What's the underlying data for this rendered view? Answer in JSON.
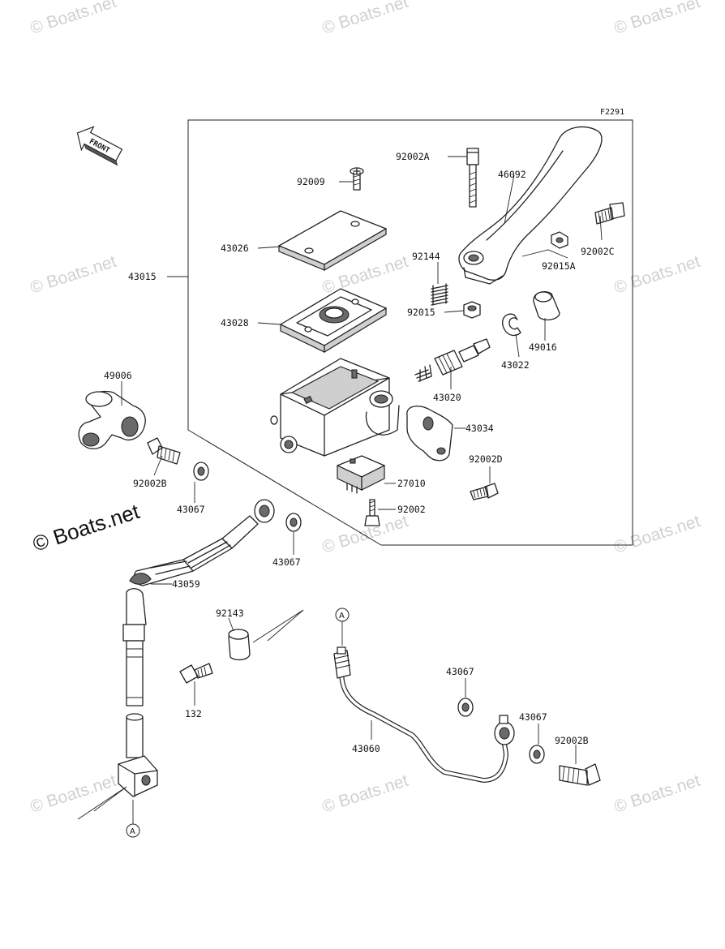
{
  "diagram_code": "F2291",
  "front_label": "FRONT",
  "watermark": {
    "small": "© Boats.net",
    "main": "© Boats.net"
  },
  "connector_marker": "A",
  "callouts": {
    "p92002A": "92002A",
    "p46092": "46092",
    "p92009": "92009",
    "p43026": "43026",
    "p92002C": "92002C",
    "p92144": "92144",
    "p92015A": "92015A",
    "p43015": "43015",
    "p92015": "92015",
    "p43028": "43028",
    "p49016": "49016",
    "p43022": "43022",
    "p49006": "49006",
    "p43020": "43020",
    "p43034": "43034",
    "p92002D": "92002D",
    "p92002B_upper": "92002B",
    "p43067_left": "43067",
    "p27010": "27010",
    "p92002": "92002",
    "p43067_mid": "43067",
    "p43059": "43059",
    "p92143": "92143",
    "p43067_right1": "43067",
    "p132": "132",
    "p43067_right2": "43067",
    "p43060": "43060",
    "p92002B_lower": "92002B"
  }
}
